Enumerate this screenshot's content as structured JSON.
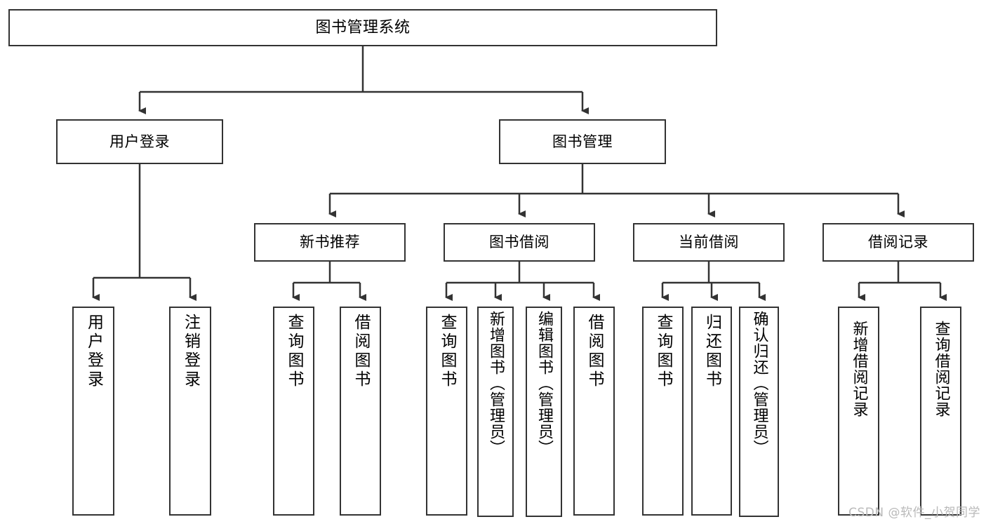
{
  "diagram": {
    "type": "hierarchy-tree",
    "title": "图书管理系统",
    "watermark": "CSDN @软件_小贺同学",
    "colors": {
      "stroke": "#333333",
      "fill": "#ffffff",
      "text": "#000000",
      "watermark": "#b9b9b9"
    },
    "levels": {
      "root": {
        "label": "图书管理系统"
      },
      "level2": [
        {
          "label": "用户登录"
        },
        {
          "label": "图书管理"
        }
      ],
      "level3": [
        {
          "label": "新书推荐"
        },
        {
          "label": "图书借阅"
        },
        {
          "label": "当前借阅"
        },
        {
          "label": "借阅记录"
        }
      ],
      "leaves_user_login": [
        {
          "label": "用户登录"
        },
        {
          "label": "注销登录"
        }
      ],
      "leaves_new_books": [
        {
          "label": "查询图书"
        },
        {
          "label": "借阅图书"
        }
      ],
      "leaves_borrow": [
        {
          "label": "查询图书"
        },
        {
          "label": "新增图书（管理员）"
        },
        {
          "label": "编辑图书（管理员）"
        },
        {
          "label": "借阅图书"
        }
      ],
      "leaves_current": [
        {
          "label": "查询图书"
        },
        {
          "label": "归还图书"
        },
        {
          "label": "确认归还（管理员）"
        }
      ],
      "leaves_records": [
        {
          "label": "新增借阅记录"
        },
        {
          "label": "查询借阅记录"
        }
      ]
    }
  }
}
